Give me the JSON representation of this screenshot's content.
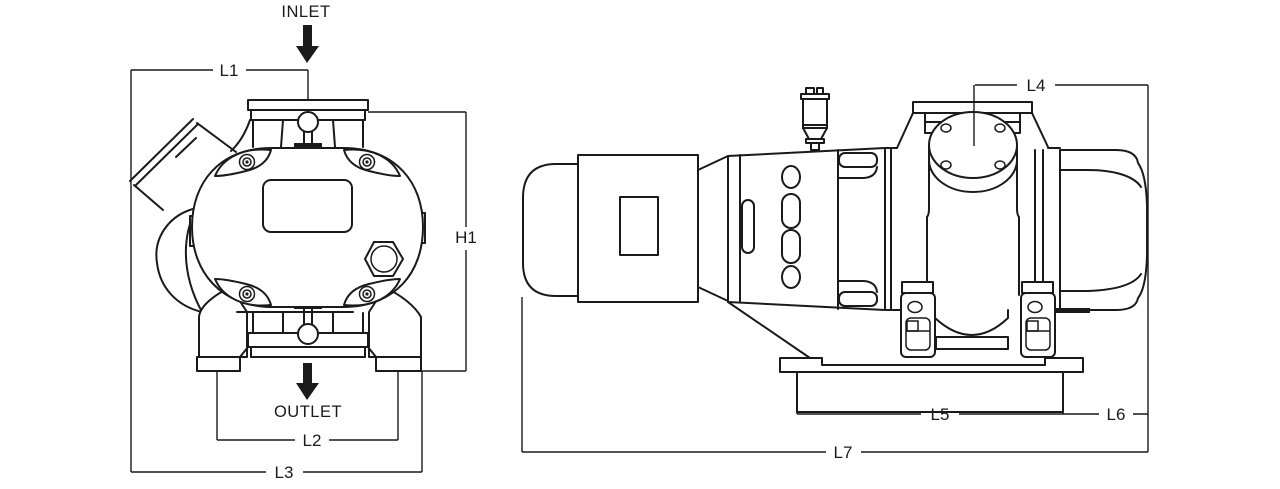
{
  "drawing": {
    "background": "#ffffff",
    "line_color": "#1a1a1a",
    "front_view": {
      "inlet_label": "INLET",
      "outlet_label": "OUTLET",
      "dims": {
        "l1": "L1",
        "l2": "L2",
        "l3": "L3",
        "h1": "H1"
      }
    },
    "side_view": {
      "dims": {
        "l4": "L4",
        "l5": "L5",
        "l6": "L6",
        "l7": "L7"
      }
    }
  }
}
